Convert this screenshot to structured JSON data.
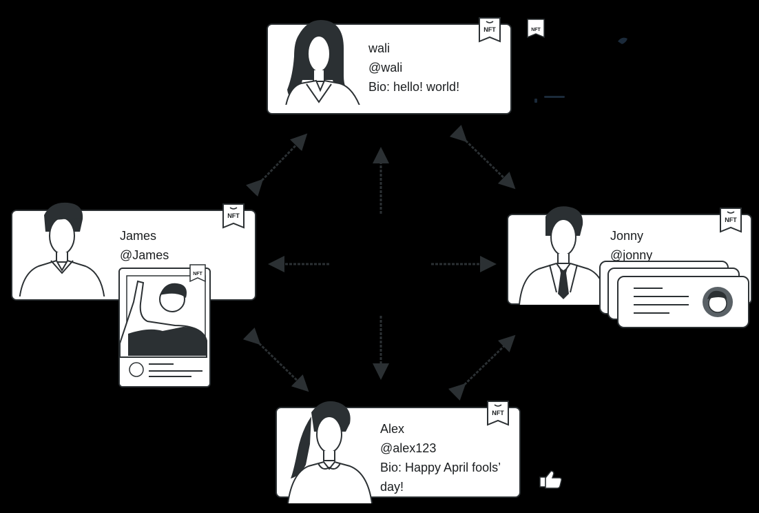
{
  "nft_label": "NFT",
  "users": {
    "wali": {
      "name": "wali",
      "handle": "@wali",
      "bio": "Bio: hello! world!"
    },
    "james": {
      "name": "James",
      "handle": "@James"
    },
    "jonny": {
      "name": "Jonny",
      "handle": "@jonny"
    },
    "alex": {
      "name": "Alex",
      "handle": "@alex123",
      "bio_line1": "Bio: Happy April fools’",
      "bio_line2": "day!"
    }
  },
  "colors": {
    "background": "#000000",
    "card": "#ffffff",
    "ink": "#2b3033",
    "arrow": "#2b3033"
  },
  "icons": [
    "nft-badge-icon",
    "thumbs-up-icon",
    "double-arrow-icon"
  ]
}
